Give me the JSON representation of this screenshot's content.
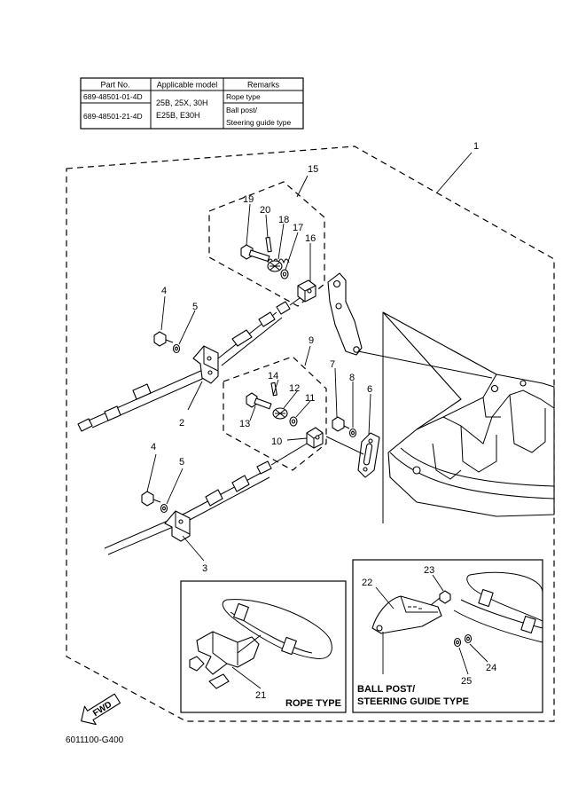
{
  "table": {
    "headers": [
      "Part No.",
      "Applicable model",
      "Remarks"
    ],
    "rows": [
      {
        "part_no": "689-48501-01-4D",
        "remarks": "Rope type"
      },
      {
        "part_no": "689-48501-21-4D",
        "remarks_line1": "Ball post/",
        "remarks_line2": "Steering guide type"
      }
    ],
    "applicable_model_line1": "25B, 25X, 30H",
    "applicable_model_line2": "E25B, E30H"
  },
  "callouts": {
    "c1": "1",
    "c2": "2",
    "c3": "3",
    "c4a": "4",
    "c4b": "4",
    "c5a": "5",
    "c5b": "5",
    "c6": "6",
    "c7": "7",
    "c8": "8",
    "c9": "9",
    "c10": "10",
    "c11": "11",
    "c12": "12",
    "c13": "13",
    "c14": "14",
    "c15": "15",
    "c16": "16",
    "c17": "17",
    "c18": "18",
    "c19": "19",
    "c20": "20",
    "c21": "21",
    "c22": "22",
    "c23": "23",
    "c24": "24",
    "c25": "25"
  },
  "captions": {
    "rope_type": "ROPE TYPE",
    "ball_post_line1": "BALL POST/",
    "ball_post_line2": "STEERING GUIDE TYPE"
  },
  "fwd_label": "FWD",
  "diagram_code": "6011100-G400"
}
